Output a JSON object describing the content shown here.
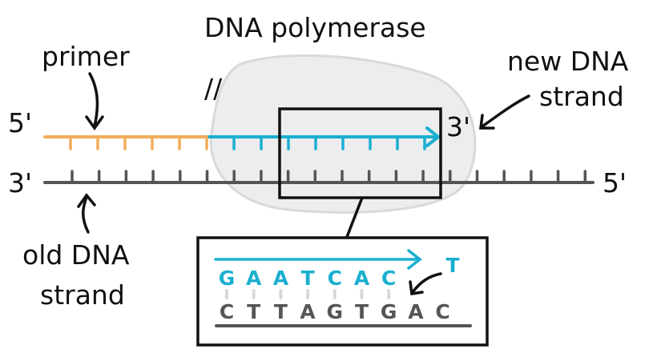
{
  "title": "DNA polymerase",
  "labels": {
    "primer": "primer",
    "new_strand_line1": "new DNA",
    "new_strand_line2": "strand",
    "old_strand_line1": "old DNA",
    "old_strand_line2": "strand",
    "top_5prime": "5'",
    "top_3prime": "3'",
    "bottom_3prime": "3'",
    "bottom_5prime": "5'"
  },
  "inset": {
    "new_bases": [
      "G",
      "A",
      "A",
      "T",
      "C",
      "A",
      "C"
    ],
    "incoming_base": "T",
    "template_bases": [
      "C",
      "T",
      "T",
      "A",
      "G",
      "T",
      "G",
      "A",
      "C"
    ]
  },
  "colors": {
    "primer": "#f2ad5a",
    "new_strand": "#1aafd0",
    "template": "#555555",
    "enzyme": "#ecedef"
  }
}
